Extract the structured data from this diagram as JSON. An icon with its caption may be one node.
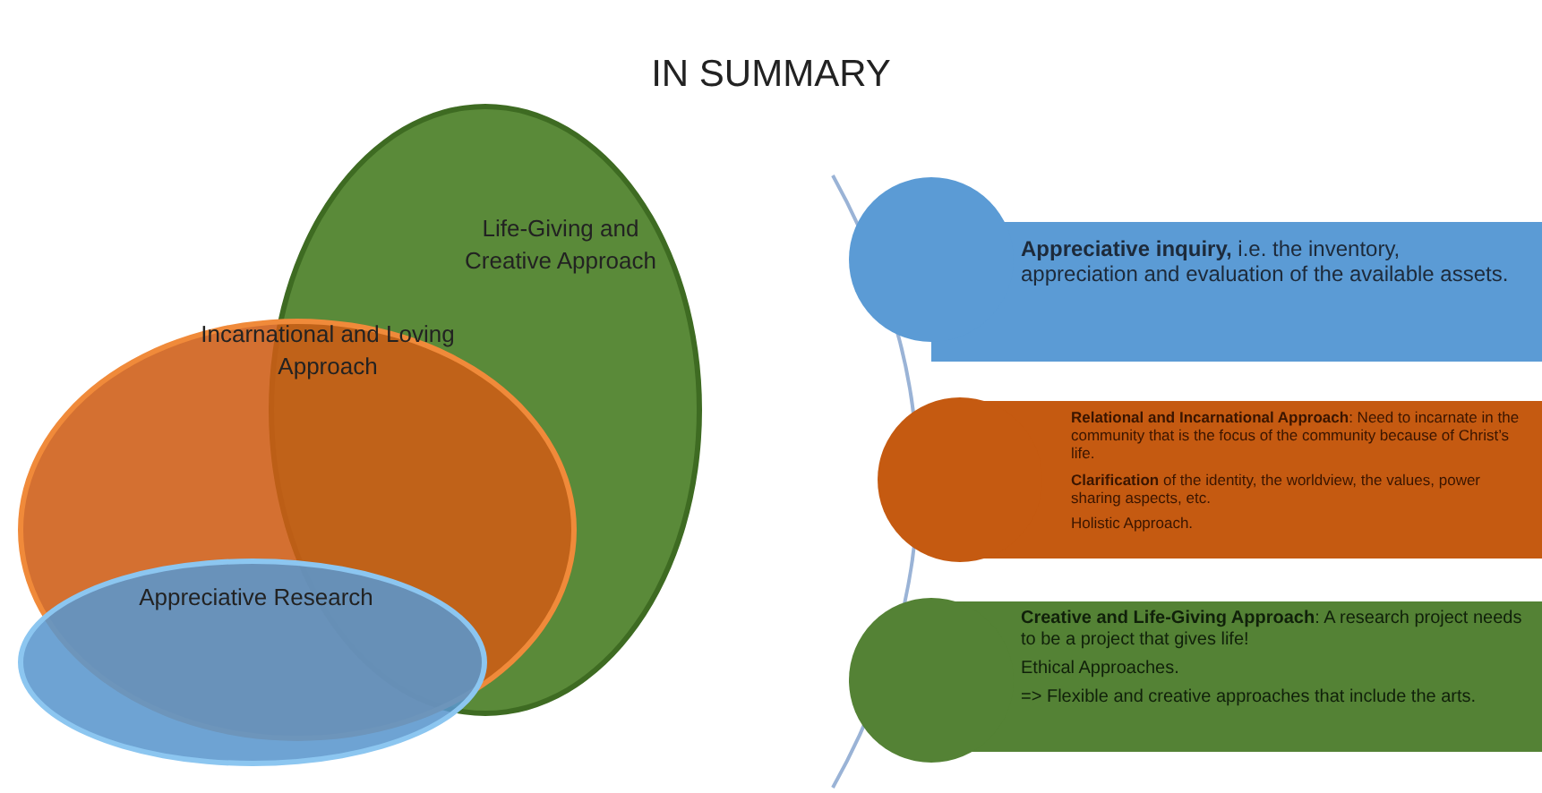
{
  "diagram": {
    "title": "IN SUMMARY",
    "nodes": [
      {
        "text": [
          "Life-Giving and Creative Approach"
        ]
      },
      {
        "text": [
          "Incarnational and Loving Approach"
        ]
      },
      {
        "text": [
          "Appreciative Research"
        ]
      },
      {
        "text": [
          "**Appreciative inquiry,** i.e. the inventory, appreciation and evaluation of the available assets."
        ]
      },
      {
        "text": [
          "**Relational and Incarnational Approach**: Need to incarnate in the community that is the focus of the community because of Christ’s life.",
          "**Clarification** of the identity, the worldview, the values, power sharing aspects, etc.",
          "Holistic Approach."
        ]
      },
      {
        "text": [
          "**Creative and Life-Giving Approach**: A research project needs to be a project that gives life!",
          "Ethical Approaches.",
          "=> Flexible and creative approaches that include the arts."
        ]
      }
    ]
  }
}
